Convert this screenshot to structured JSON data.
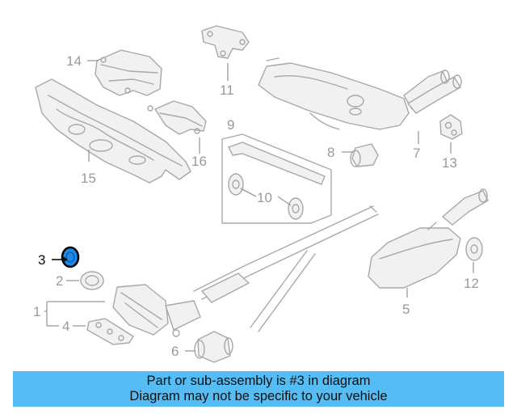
{
  "callouts": {
    "p1": "1",
    "p2": "2",
    "p3": "3",
    "p4": "4",
    "p5": "5",
    "p6": "6",
    "p7": "7",
    "p8": "8",
    "p9": "9",
    "p10": "10",
    "p11": "11",
    "p12": "12",
    "p13": "13",
    "p14": "14",
    "p15": "15",
    "p16": "16"
  },
  "highlighted_part": "3",
  "colors": {
    "banner": "#55bdf4",
    "highlight_part": "#1e88e5",
    "line_art": "#a8a8a8"
  },
  "banner": {
    "line1": "Part or sub-assembly is #3 in diagram",
    "line2": "Diagram may not be specific to your vehicle"
  }
}
